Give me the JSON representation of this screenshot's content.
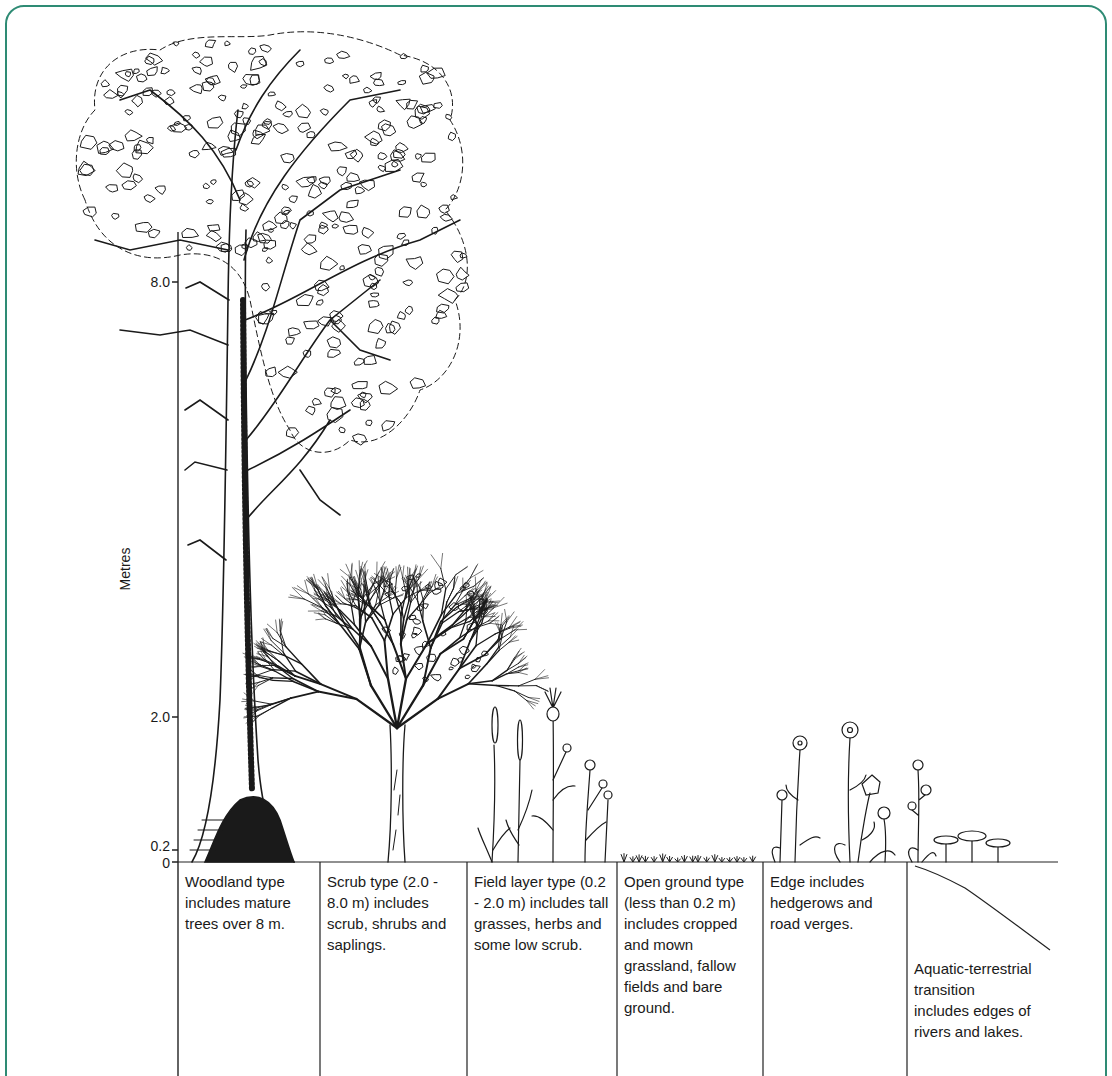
{
  "diagram": {
    "labels": [
      "8.0",
      "2.0",
      "0.2",
      "0",
      "Metres",
      "Woodland type includes mature trees over 8 m.",
      "Scrub type (2.0 - 8.0 m) includes scrub, shrubs and saplings.",
      "Field layer type (0.2 - 2.0 m) includes tall grasses, herbs and some low scrub.",
      "Open ground type (less than 0.2 m) includes cropped and mown grassland, fallow fields and bare ground.",
      "Edge includes hedgerows and road verges.",
      "Aquatic-terrestrial transition includes edges of rivers and lakes."
    ]
  }
}
